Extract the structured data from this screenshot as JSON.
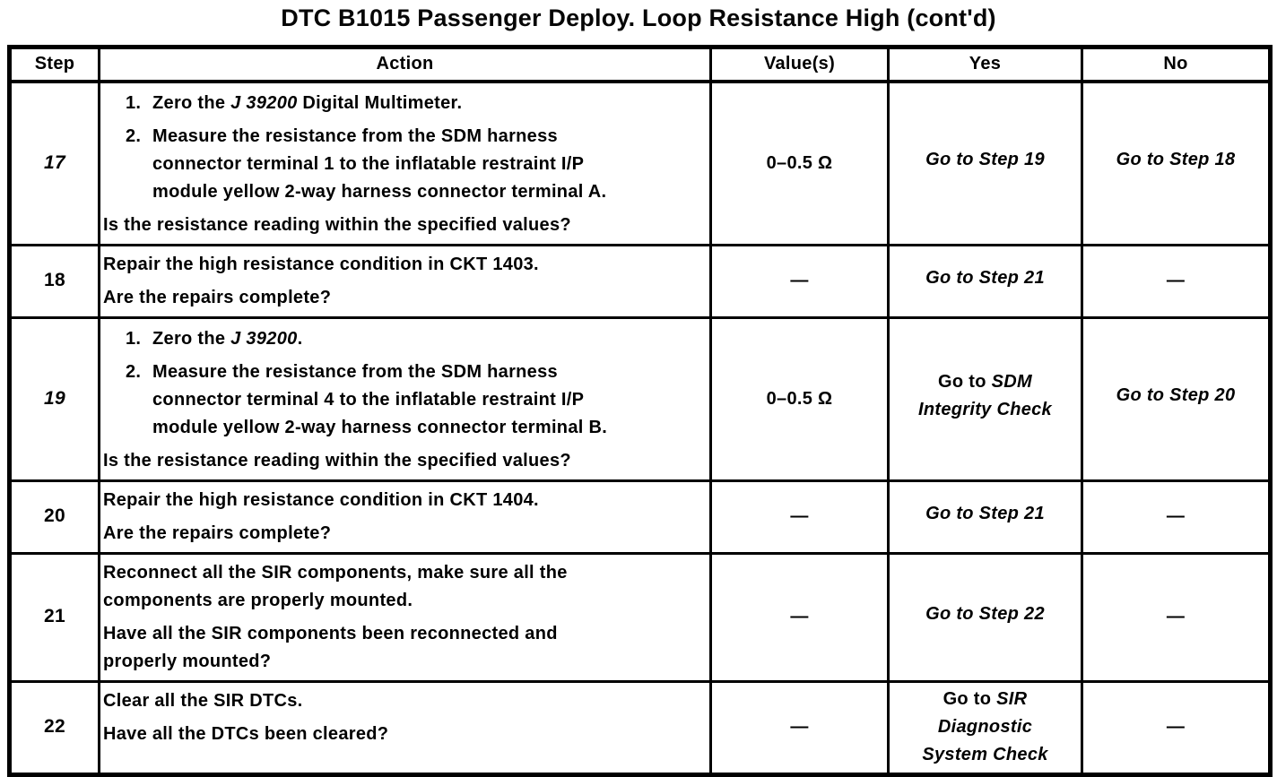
{
  "title": "DTC B1015 Passenger Deploy. Loop Resistance High (cont'd)",
  "headers": {
    "step": "Step",
    "action": "Action",
    "values": "Value(s)",
    "yes": "Yes",
    "no": "No"
  },
  "rows": {
    "r17": {
      "step": "17",
      "item1_num": "1.",
      "item1_pre": "Zero the ",
      "item1_tool": "J 39200",
      "item1_post": " Digital Multimeter.",
      "item2_num": "2.",
      "item2_text": "Measure the resistance from the SDM harness\nconnector terminal 1 to the inflatable restraint I/P\nmodule yellow 2-way harness connector terminal A.",
      "question": "Is the resistance reading within the specified values?",
      "value": "0–0.5 Ω",
      "yes": "Go to Step 19",
      "no": "Go to Step 18"
    },
    "r18": {
      "step": "18",
      "line1": "Repair the high resistance condition in CKT 1403.",
      "question": "Are the repairs complete?",
      "value": "—",
      "yes": "Go to Step 21",
      "no": "—"
    },
    "r19": {
      "step": "19",
      "item1_num": "1.",
      "item1_pre": "Zero the ",
      "item1_tool": "J 39200",
      "item1_post": ".",
      "item2_num": "2.",
      "item2_text": "Measure the resistance from the SDM harness\nconnector terminal 4 to the inflatable restraint I/P\nmodule yellow 2-way harness connector terminal B.",
      "question": "Is the resistance reading within the specified values?",
      "value": "0–0.5 Ω",
      "yes_pre": "Go to ",
      "yes_ref": "SDM\nIntegrity Check",
      "no": "Go to Step 20"
    },
    "r20": {
      "step": "20",
      "line1": "Repair the high resistance condition in CKT 1404.",
      "question": "Are the repairs complete?",
      "value": "—",
      "yes": "Go to Step 21",
      "no": "—"
    },
    "r21": {
      "step": "21",
      "line1": "Reconnect all the SIR components, make sure all the\ncomponents are properly mounted.",
      "question": "Have all the SIR components been reconnected and\nproperly mounted?",
      "value": "—",
      "yes": "Go to Step 22",
      "no": "—"
    },
    "r22": {
      "step": "22",
      "line1": "Clear all the SIR DTCs.",
      "question": "Have all the DTCs been cleared?",
      "value": "—",
      "yes_pre": "Go to ",
      "yes_ref": "SIR\nDiagnostic\nSystem Check",
      "no": "—"
    }
  }
}
